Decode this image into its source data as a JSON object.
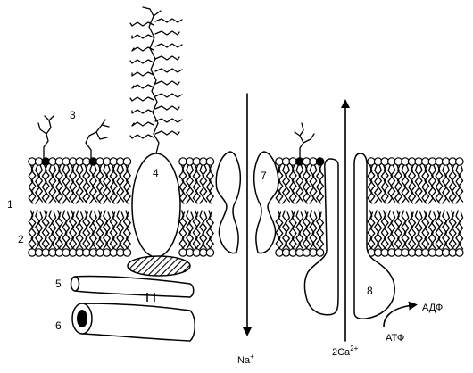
{
  "labels": {
    "l1": "1",
    "l2": "2",
    "l3": "3",
    "l4": "4",
    "l5": "5",
    "l6": "6",
    "l7": "7",
    "l8": "8"
  },
  "ions": {
    "sodium_base": "Na",
    "sodium_charge": "+",
    "calcium_base": "2Ca",
    "calcium_charge": "2+"
  },
  "energy": {
    "adp": "АДФ",
    "atp": "АТФ"
  }
}
